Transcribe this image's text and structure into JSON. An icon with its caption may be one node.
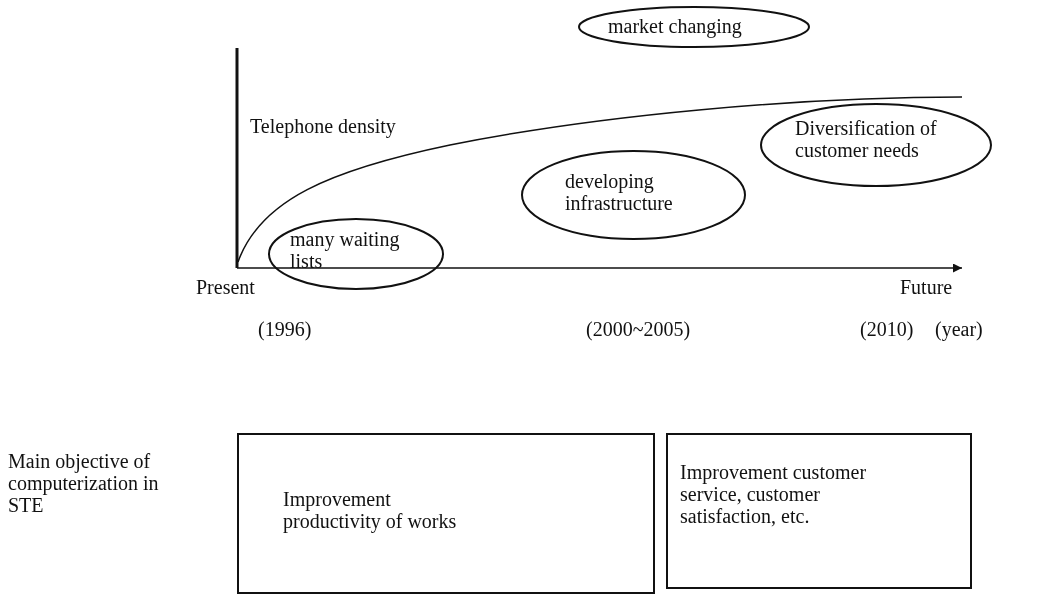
{
  "diagram": {
    "nodes": [
      {
        "text": [
          "market changing"
        ]
      },
      {
        "text": [
          "Diversification of customer needs"
        ]
      },
      {
        "text": [
          "developing infrastructure"
        ]
      },
      {
        "text": [
          "many waiting lists"
        ]
      },
      {
        "text": [
          "Improvement productivity of works"
        ]
      },
      {
        "text": [
          "Improvement customer service, customer satisfaction, etc."
        ]
      }
    ],
    "labels": [
      "Telephone density",
      "Present",
      "Future",
      "(1996)",
      "(2000~2005)",
      "(2010)",
      "(year)",
      "Main objective of computerization in STE"
    ]
  }
}
